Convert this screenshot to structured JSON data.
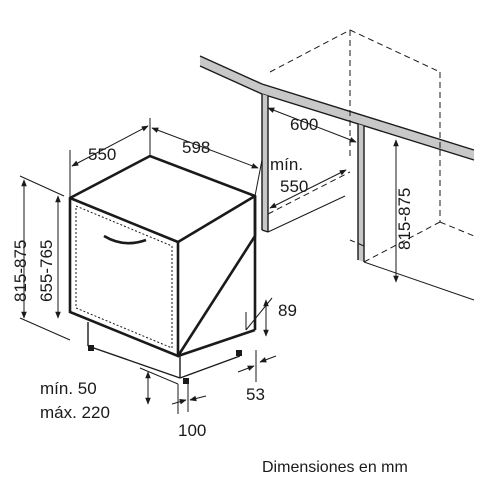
{
  "labels": {
    "depth": "550",
    "width": "598",
    "niche_width": "600",
    "min_label": "mín.",
    "niche_depth": "550",
    "height_range_left": "815-875",
    "door_range": "655-765",
    "niche_height_range": "815-875",
    "plinth_height": "89",
    "plinth_depth": "53",
    "min_plinth": "mín. 50",
    "max_plinth": "máx. 220",
    "feet_offset": "100"
  },
  "caption": "Dimensiones en mm",
  "colors": {
    "line": "#1a1a1a",
    "countertop_gray": "#c8c8c8",
    "background": "#ffffff"
  },
  "icons": {
    "arrow": "arrowhead",
    "handle": "door-handle"
  }
}
